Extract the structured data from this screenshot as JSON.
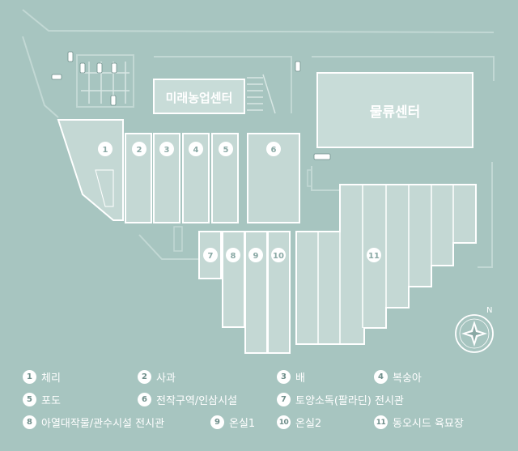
{
  "map": {
    "buildings": {
      "farm_center": "미래농업센터",
      "logistics_center": "물류센터"
    },
    "plot_numbers": [
      "1",
      "2",
      "3",
      "4",
      "5",
      "6",
      "7",
      "8",
      "9",
      "10",
      "11"
    ],
    "compass_label": "N",
    "colors": {
      "background": "#a7c5c0",
      "plot_fill": "#c4d8d4",
      "plot_stroke": "#ffffff",
      "building_fill": "#c8dcd8",
      "road": "#bcd3cf"
    }
  },
  "legend": [
    {
      "num": "1",
      "label": "체리"
    },
    {
      "num": "2",
      "label": "사과"
    },
    {
      "num": "3",
      "label": "배"
    },
    {
      "num": "4",
      "label": "복숭아"
    },
    {
      "num": "5",
      "label": "포도"
    },
    {
      "num": "6",
      "label": "전작구역/인삼시설"
    },
    {
      "num": "7",
      "label": "토양소독(팔라딘) 전시관"
    },
    {
      "num": "8",
      "label": "아열대작물/관수시설 전시관"
    },
    {
      "num": "9",
      "label": "온실1"
    },
    {
      "num": "10",
      "label": "온실2"
    },
    {
      "num": "11",
      "label": "동오시드 육묘장"
    }
  ]
}
